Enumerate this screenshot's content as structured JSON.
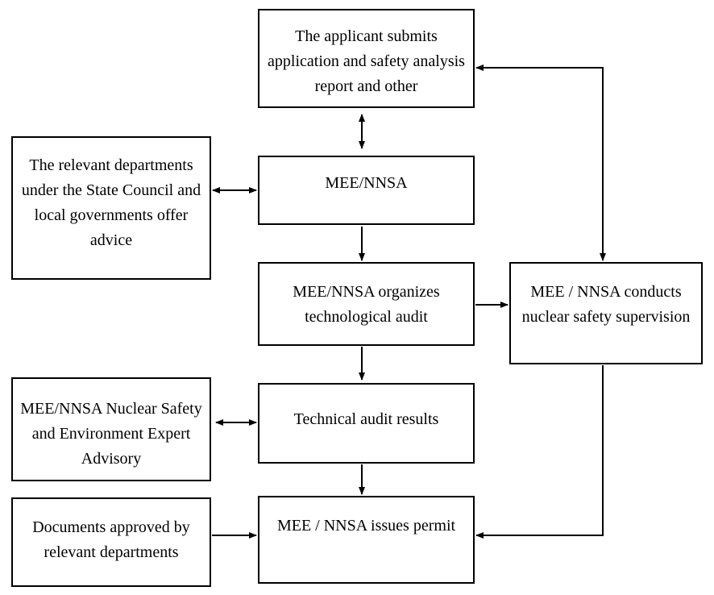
{
  "boxes": {
    "applicant": "The applicant submits application and safety analysis report and other",
    "mee": "MEE/NNSA",
    "advice": "The relevant departments under the State Council and local governments offer advice",
    "organize": "MEE/NNSA organizes technological audit",
    "supervise": "MEE / NNSA conducts nuclear safety supervision",
    "results": "Technical audit results",
    "expert": "MEE/NNSA Nuclear Safety and Environment Expert Advisory",
    "docs": "Documents approved by relevant departments",
    "permit": "MEE / NNSA issues permit"
  },
  "line_color": "#000000"
}
